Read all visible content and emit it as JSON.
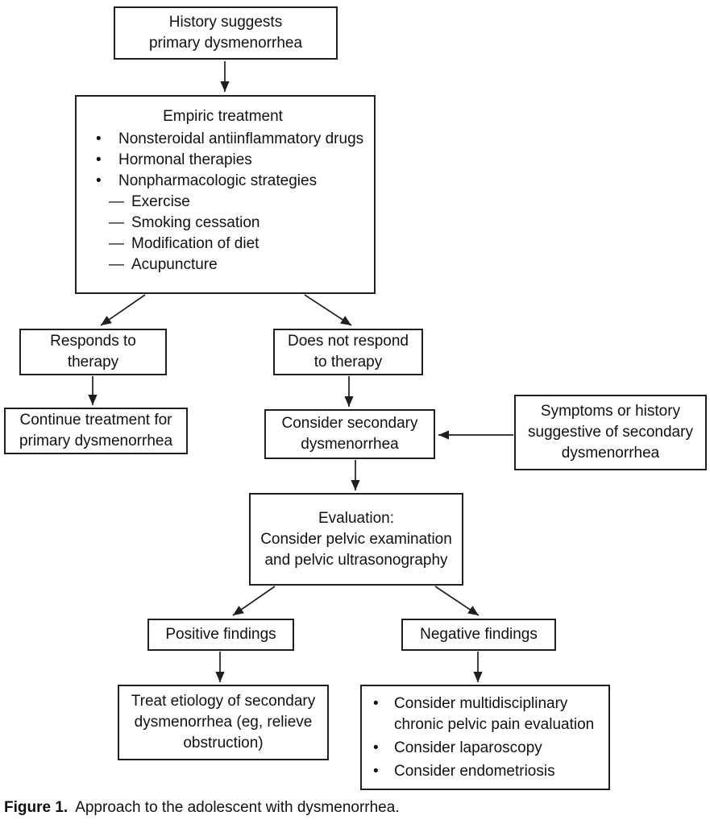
{
  "colors": {
    "background": "#ffffff",
    "line": "#1f1f1f",
    "text": "#111111"
  },
  "glyphs": {
    "bullet": "•",
    "dash": "—"
  },
  "caption": {
    "label": "Figure 1.",
    "text": "Approach to the adolescent with dysmenorrhea."
  },
  "nodes": {
    "history": {
      "lines": [
        "History suggests",
        "primary dysmenorrhea"
      ]
    },
    "empiric": {
      "title": "Empiric treatment",
      "bullets": [
        "Nonsteroidal antiinflammatory drugs",
        "Hormonal therapies",
        "Nonpharmacologic strategies"
      ],
      "sub_items": [
        "Exercise",
        "Smoking cessation",
        "Modification of diet",
        "Acupuncture"
      ]
    },
    "responds": {
      "lines": [
        "Responds to",
        "therapy"
      ]
    },
    "no_response": {
      "lines": [
        "Does not respond",
        "to therapy"
      ]
    },
    "continue_treatment": {
      "lines": [
        "Continue treatment for",
        "primary dysmenorrhea"
      ]
    },
    "consider_secondary": {
      "lines": [
        "Consider secondary",
        "dysmenorrhea"
      ]
    },
    "symptoms_history": {
      "lines": [
        "Symptoms or history",
        "suggestive of secondary",
        "dysmenorrhea"
      ]
    },
    "evaluation": {
      "lines": [
        "Evaluation:",
        "Consider pelvic examination",
        "and pelvic ultrasonography"
      ]
    },
    "positive_findings": {
      "label": "Positive findings"
    },
    "negative_findings": {
      "label": "Negative findings"
    },
    "treat_etiology": {
      "lines": [
        "Treat etiology of secondary",
        "dysmenorrhea (eg, relieve",
        "obstruction)"
      ]
    },
    "further_workup": {
      "bullets": [
        "Consider multidisciplinary chronic pelvic pain evaluation",
        "Consider laparoscopy",
        "Consider endometriosis"
      ]
    }
  }
}
